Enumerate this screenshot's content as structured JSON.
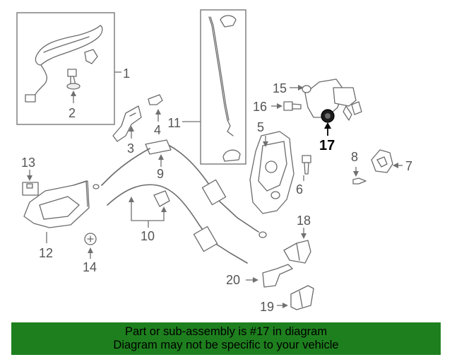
{
  "callouts": {
    "c1": "1",
    "c2": "2",
    "c3": "3",
    "c4": "4",
    "c5": "5",
    "c6": "6",
    "c7": "7",
    "c8": "8",
    "c9": "9",
    "c10": "10",
    "c11": "11",
    "c12": "12",
    "c13": "13",
    "c14": "14",
    "c15": "15",
    "c16": "16",
    "c17": "17",
    "c19": "19",
    "c20": "20"
  },
  "highlight_part": "17",
  "colors": {
    "banner_bg": "#1e7f1e",
    "banner_text": "#000000",
    "line": "#6b6b6b"
  },
  "banner": {
    "line1": "Part or sub-assembly is #17 in diagram",
    "line2": "Diagram may not be specific to your vehicle"
  }
}
